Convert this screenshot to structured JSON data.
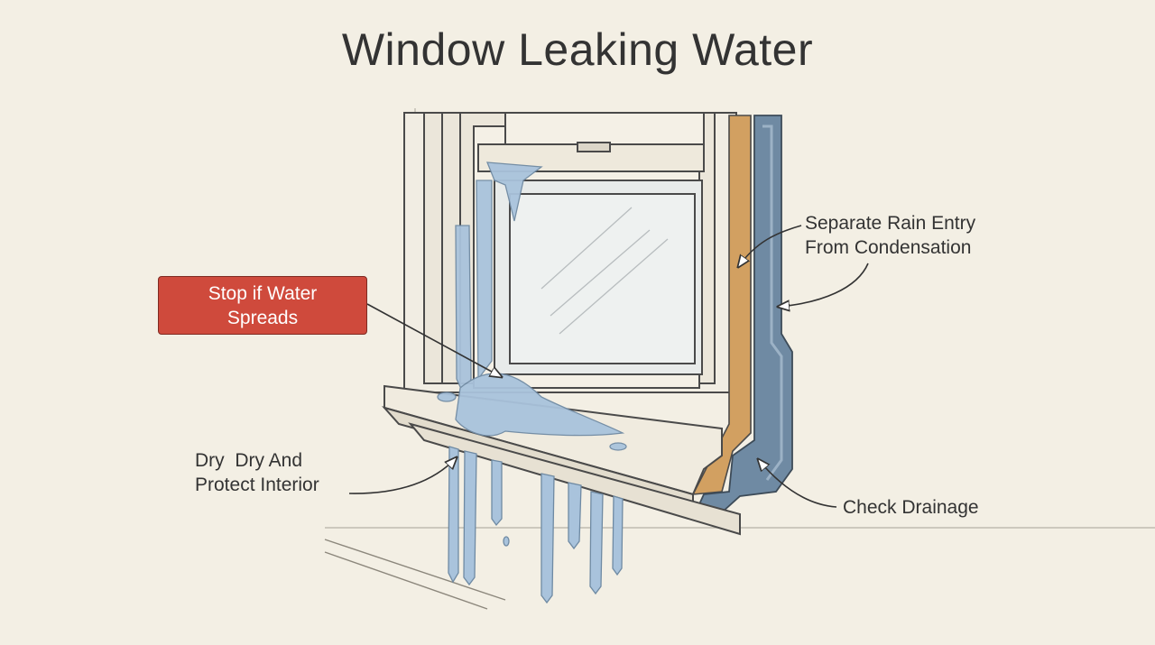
{
  "title": "Window Leaking Water",
  "callouts": {
    "stop_spread": {
      "lines": [
        "Stop if Water",
        "Spreads"
      ]
    },
    "rain_entry": {
      "lines": [
        "Separate Rain Entry",
        "From Condensation"
      ]
    },
    "dry_protect": {
      "lines": [
        "Dry  Dry And",
        "Protect Interior"
      ]
    },
    "drainage": {
      "lines": [
        "Check Drainage"
      ]
    }
  },
  "colors": {
    "background": "#f3efe4",
    "warning": "#cf4a3c",
    "water": "#a9c3dc",
    "flashing": "#6f8aa3",
    "wood_strip": "#d2a061",
    "frame": "#f1ede3",
    "outline": "#4a4a4a"
  }
}
